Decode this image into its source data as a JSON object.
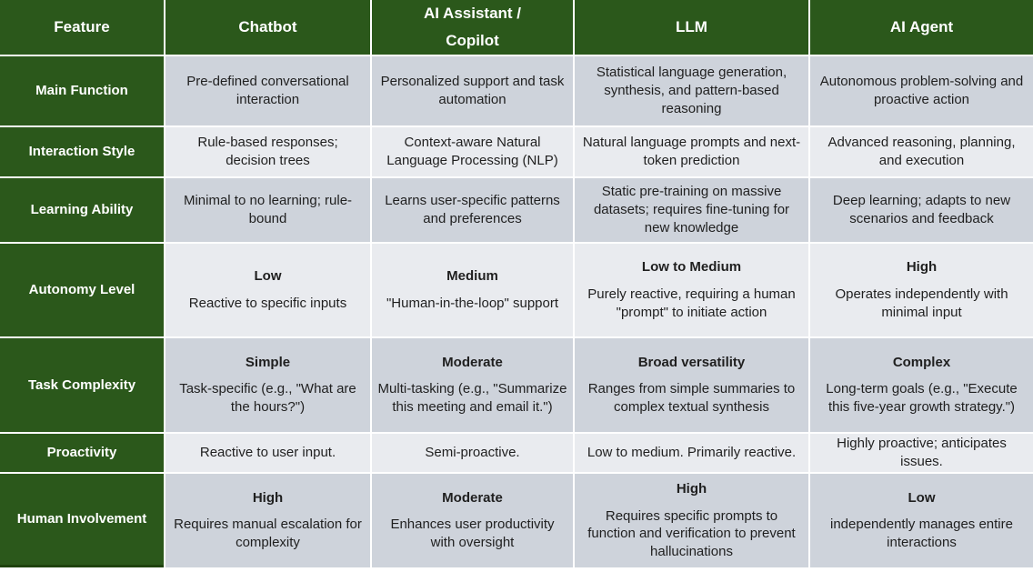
{
  "colors": {
    "header_green": "#2b581b",
    "row_band_dark": "#ced3db",
    "row_band_light": "#e9ebef",
    "header_text": "#ffffff",
    "body_text": "#1f1f1f",
    "grid_gap": "#ffffff"
  },
  "table": {
    "columns": [
      {
        "label": "Feature"
      },
      {
        "label": "Chatbot"
      },
      {
        "label": "AI Assistant /\nCopilot"
      },
      {
        "label": "LLM"
      },
      {
        "label": "AI Agent"
      }
    ],
    "rows": [
      {
        "feature": "Main Function",
        "cells": [
          {
            "lead": "",
            "text": "Pre-defined conversational interaction"
          },
          {
            "lead": "",
            "text": "Personalized support and task automation"
          },
          {
            "lead": "",
            "text": "Statistical language generation, synthesis, and pattern-based reasoning"
          },
          {
            "lead": "",
            "text": "Autonomous problem-solving and proactive action"
          }
        ]
      },
      {
        "feature": "Interaction Style",
        "cells": [
          {
            "lead": "",
            "text": "Rule-based responses; decision trees"
          },
          {
            "lead": "",
            "text": "Context-aware Natural Language Processing (NLP)"
          },
          {
            "lead": "",
            "text": "Natural language prompts and next-token prediction"
          },
          {
            "lead": "",
            "text": "Advanced reasoning, planning, and execution"
          }
        ]
      },
      {
        "feature": "Learning Ability",
        "cells": [
          {
            "lead": "",
            "text": "Minimal to no learning; rule-bound"
          },
          {
            "lead": "",
            "text": "Learns user-specific patterns and preferences"
          },
          {
            "lead": "",
            "text": "Static pre-training on massive datasets; requires fine-tuning for new knowledge"
          },
          {
            "lead": "",
            "text": "Deep learning; adapts to new scenarios and feedback"
          }
        ]
      },
      {
        "feature": "Autonomy Level",
        "cells": [
          {
            "lead": "Low",
            "text": "Reactive to specific inputs"
          },
          {
            "lead": "Medium",
            "text": "\"Human-in-the-loop\" support"
          },
          {
            "lead": "Low to Medium",
            "text": "Purely reactive, requiring a human \"prompt\" to initiate action"
          },
          {
            "lead": "High",
            "text": "Operates independently with minimal input"
          }
        ]
      },
      {
        "feature": "Task Complexity",
        "cells": [
          {
            "lead": "Simple",
            "text": "Task-specific (e.g., \"What are the hours?\")"
          },
          {
            "lead": "Moderate",
            "text": "Multi-tasking (e.g., \"Summarize this meeting and email it.\")"
          },
          {
            "lead": "Broad versatility",
            "text": "Ranges from simple summaries to complex textual synthesis"
          },
          {
            "lead": "Complex",
            "text": "Long-term goals (e.g., \"Execute this five-year growth strategy.\")"
          }
        ]
      },
      {
        "feature": "Proactivity",
        "cells": [
          {
            "lead": "",
            "text": "Reactive to user input."
          },
          {
            "lead": "",
            "text": "Semi-proactive."
          },
          {
            "lead": "",
            "text": "Low to medium. Primarily reactive."
          },
          {
            "lead": "",
            "text": "Highly proactive; anticipates issues."
          }
        ]
      },
      {
        "feature": "Human Involvement",
        "cells": [
          {
            "lead": "High",
            "text": "Requires manual escalation for complexity"
          },
          {
            "lead": "Moderate",
            "text": "Enhances user productivity with oversight"
          },
          {
            "lead": "High",
            "text": "Requires specific prompts to function and verification to prevent hallucinations"
          },
          {
            "lead": "Low",
            "text": "independently manages entire interactions"
          }
        ]
      }
    ]
  }
}
